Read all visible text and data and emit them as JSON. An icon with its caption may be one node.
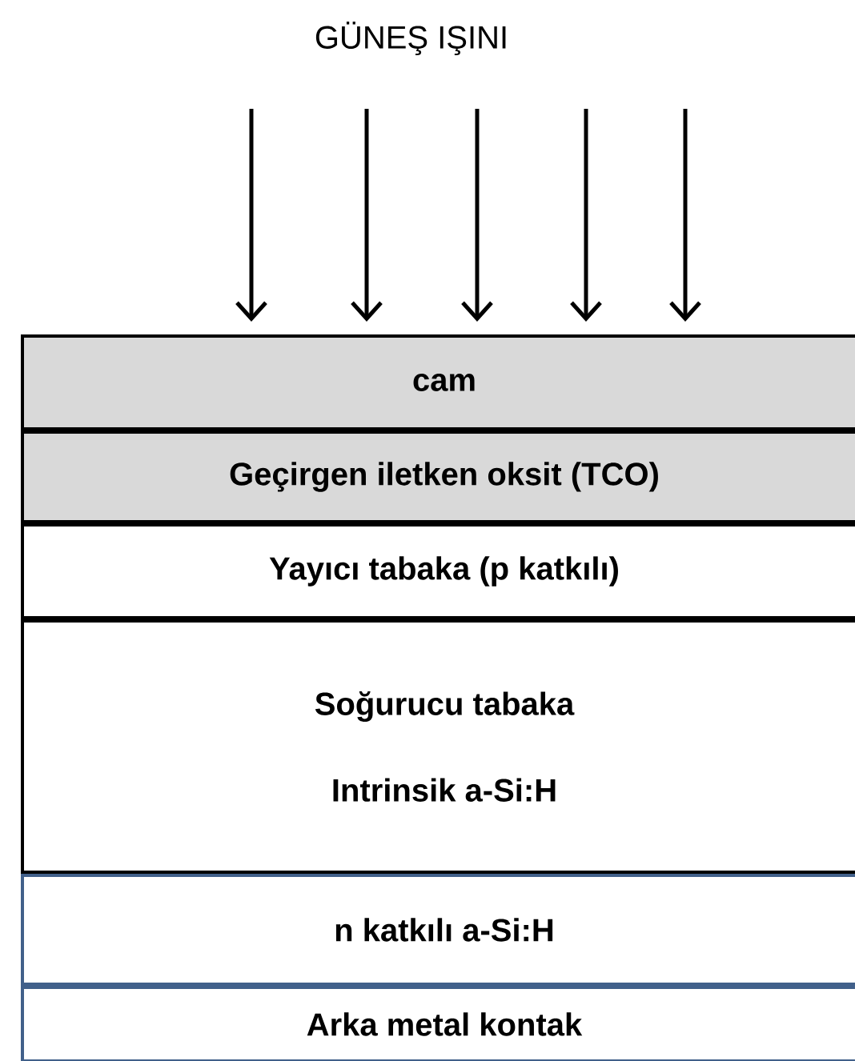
{
  "diagram": {
    "title": "GÜNEŞ IŞINI",
    "nodes": [
      {
        "text": [
          "cam"
        ]
      },
      {
        "text": [
          "Geçirgen iletken oksit (TCO)"
        ]
      },
      {
        "text": [
          "Yayıcı tabaka (p katkılı)"
        ]
      },
      {
        "text": [
          "Soğurucu tabaka",
          "Intrinsik a-Si:H"
        ]
      },
      {
        "text": [
          "n katkılı a-Si:H"
        ]
      },
      {
        "text": [
          "Arka metal kontak"
        ]
      }
    ]
  }
}
